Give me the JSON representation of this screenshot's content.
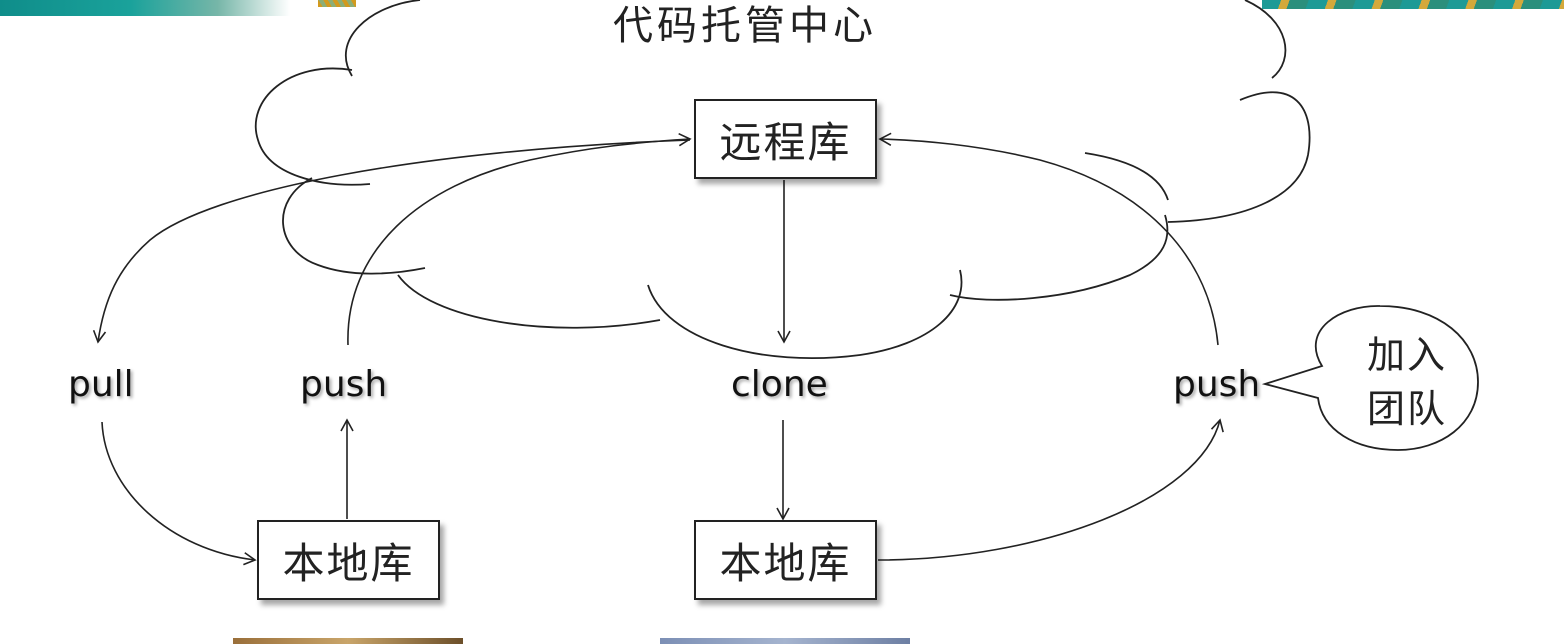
{
  "cloud": {
    "title": "代码托管中心"
  },
  "repos": {
    "remote": "远程库",
    "local_left": "本地库",
    "local_right": "本地库"
  },
  "operations": {
    "pull": "pull",
    "push_left": "push",
    "clone": "clone",
    "push_right": "push"
  },
  "callout": {
    "line1": "加入",
    "line2": "团队"
  }
}
